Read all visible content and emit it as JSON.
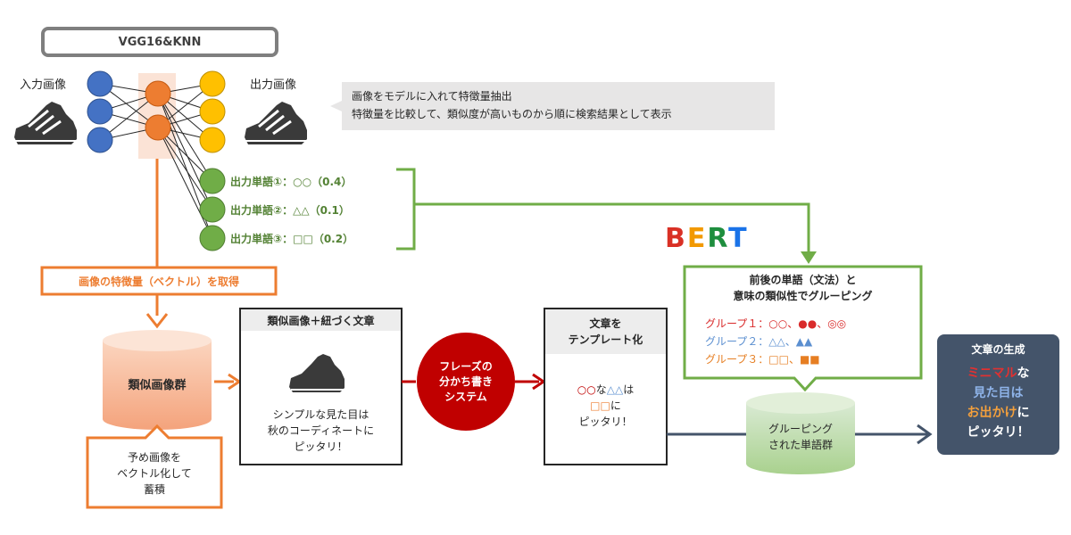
{
  "model_box": "VGG16&KNN",
  "input_label": "入力画像",
  "output_label": "出力画像",
  "note_lines": [
    "画像をモデルに入れて特徴量抽出",
    "特徴量を比較して、類似度が高いものから順に検索結果として表示"
  ],
  "output_words": [
    {
      "label": "出力単語①：○○（0.4）"
    },
    {
      "label": "出力単語②：△△（0.1）"
    },
    {
      "label": "出力単語③：□□（0.2）"
    }
  ],
  "feature_label": "画像の特徴量（ベクトル）を取得",
  "db_similar": "類似画像群",
  "store_lines": [
    "予め画像を",
    "ベクトル化して",
    "蓄積"
  ],
  "similar_box": {
    "title": "類似画像＋紐づく文章",
    "text_lines": [
      "シンプルな見た目は",
      "秋のコーディネートに",
      "ピッタリ！"
    ]
  },
  "phrase_circle_lines": [
    "フレーズの",
    "分かち書き",
    "システム"
  ],
  "template_box": {
    "title_lines": [
      "文章を",
      "テンプレート化"
    ],
    "line1_a": "○○",
    "line1_b": "な",
    "line1_c": "△△",
    "line1_d": "は",
    "line2_a": "□□",
    "line2_b": "に",
    "line3": "ピッタリ！"
  },
  "bert_letters": [
    {
      "ch": "B",
      "color": "#d93025"
    },
    {
      "ch": "E",
      "color": "#f29900"
    },
    {
      "ch": "R",
      "color": "#1e8e3e"
    },
    {
      "ch": "T",
      "color": "#1a73e8"
    }
  ],
  "bert_box": {
    "title_lines": [
      "前後の単語（文法）と",
      "意味の類似性でグルーピング"
    ],
    "groups": [
      {
        "label": "グループ１：○○、",
        "symbols": "●●",
        "extra": "、◎◎",
        "color": "#d92b2b"
      },
      {
        "label": "グループ２：△△、",
        "symbols": "▲▲",
        "extra": "",
        "color": "#5b8fd0"
      },
      {
        "label": "グループ３：□□、",
        "symbols": "■■",
        "extra": "",
        "color": "#e67e22"
      }
    ]
  },
  "db_grouped_lines": [
    "グルーピング",
    "された単語群"
  ],
  "result_box": {
    "title": "文章の生成",
    "line1_a": "ミニマル",
    "line1_b": "な",
    "line2": "見た目は",
    "line3_a": "お出かけ",
    "line3_b": "に",
    "line4": "ピッタリ！"
  },
  "colors": {
    "orange": "#ed7d31",
    "green": "#70ad47",
    "dark": "#44546a",
    "red": "#c00000",
    "gray": "#7f7f7f"
  }
}
